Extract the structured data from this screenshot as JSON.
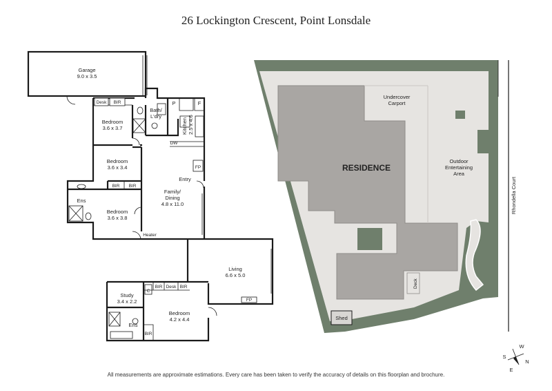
{
  "title": "26 Lockington Crescent, Point Lonsdale",
  "disclaimer": "All measurements are approximate estimations. Every care has been taken to verify the accuracy of details on this floorplan and brochure.",
  "floorplan": {
    "garage": {
      "name": "Garage",
      "dims": "9.0 x 3.5"
    },
    "desk1": "Desk",
    "bir1": "BIR",
    "bath": "Bath/",
    "ldry": "L'dry",
    "pantry": "P",
    "fridge": "F",
    "kitchen": {
      "name": "Kitchen",
      "dims": "2.5 x 4.6"
    },
    "dw": "DW",
    "bedroom1": {
      "name": "Bedroom",
      "dims": "3.6 x 3.7"
    },
    "bedroom2": {
      "name": "Bedroom",
      "dims": "3.6 x 3.4"
    },
    "fp1": "FP",
    "entry": "Entry",
    "bir2": "BIR",
    "bir3": "BIR",
    "family": {
      "name": "Family/",
      "name2": "Dining",
      "dims": "4.8 x 11.0"
    },
    "ens1": "Ens",
    "bedroom3": {
      "name": "Bedroom",
      "dims": "3.6 x 3.8"
    },
    "heater": "Heater",
    "living": {
      "name": "Living",
      "dims": "6.6 x 5.0"
    },
    "fp2": "FP",
    "study": {
      "name": "Study",
      "dims": "3.4 x 2.2"
    },
    "c": "C",
    "bir4": "BIR",
    "desk2": "Desk",
    "bir5": "BIR",
    "ens2": "Ens",
    "bedroom4": {
      "name": "Bedroom",
      "dims": "4.2 x 4.4"
    },
    "bir6": "BIR"
  },
  "siteplan": {
    "residence": "RESIDENCE",
    "carport1": "Undercover",
    "carport2": "Carport",
    "outdoor1": "Outdoor",
    "outdoor2": "Entertaining",
    "outdoor3": "Area",
    "street": "Rhondella Court",
    "deck": "Deck",
    "shed": "Shed"
  },
  "compass": {
    "w": "W",
    "s": "S",
    "n": "N",
    "e": "E"
  },
  "colors": {
    "residence": "#a9a6a3",
    "paving": "#e6e4e1",
    "garden": "#6f7f6c",
    "wall": "#1a1a1a"
  }
}
